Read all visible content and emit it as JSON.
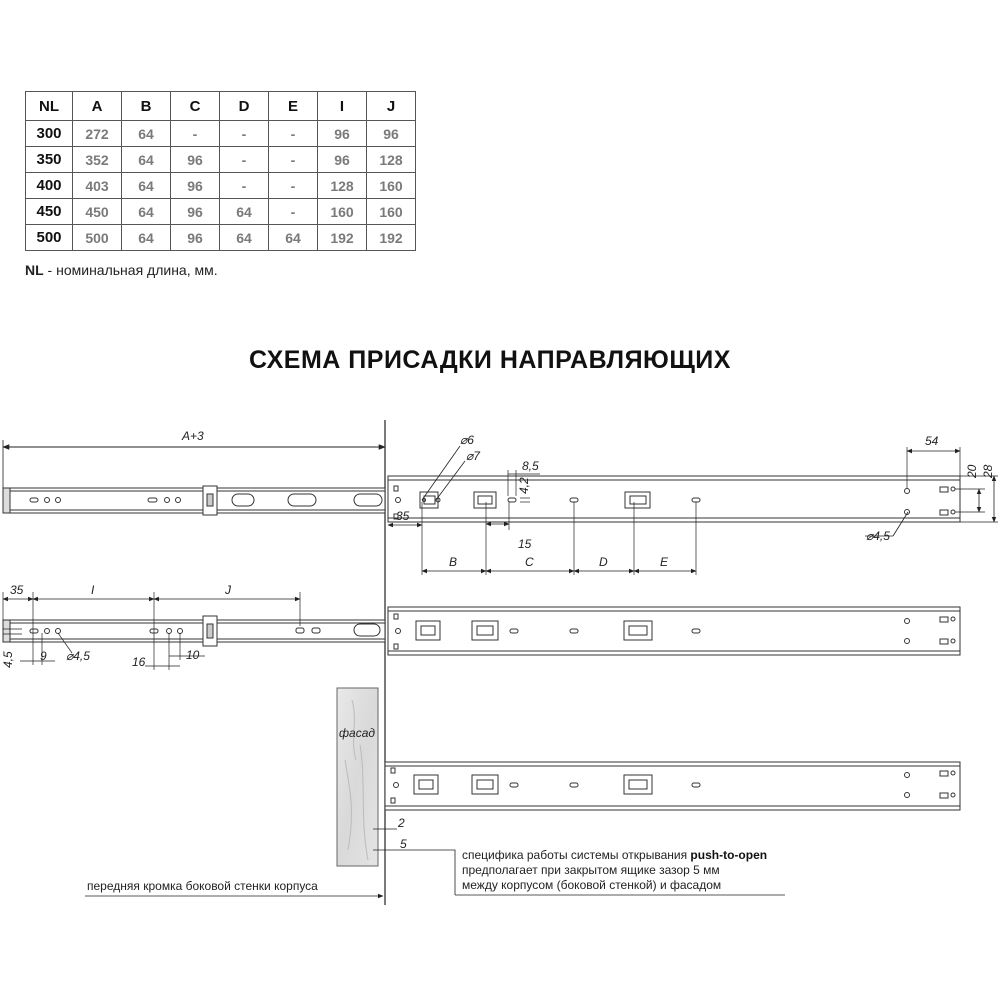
{
  "table": {
    "headers": [
      "NL",
      "A",
      "B",
      "C",
      "D",
      "E",
      "I",
      "J"
    ],
    "rows": [
      [
        "300",
        "272",
        "64",
        "-",
        "-",
        "-",
        "96",
        "96"
      ],
      [
        "350",
        "352",
        "64",
        "96",
        "-",
        "-",
        "96",
        "128"
      ],
      [
        "400",
        "403",
        "64",
        "96",
        "-",
        "-",
        "128",
        "160"
      ],
      [
        "450",
        "450",
        "64",
        "96",
        "64",
        "-",
        "160",
        "160"
      ],
      [
        "500",
        "500",
        "64",
        "96",
        "64",
        "64",
        "192",
        "192"
      ]
    ]
  },
  "note": {
    "key": "NL",
    "text": " - номинальная длина, мм."
  },
  "title": "СХЕМА ПРИСАДКИ НАПРАВЛЯЮЩИХ",
  "dimensions": {
    "a_plus_3": "A+3",
    "d6": "⌀6",
    "d7": "⌀7",
    "v8_5": "8,5",
    "v4_2": "4,2",
    "v54": "54",
    "v20": "20",
    "v28": "28",
    "d4_5_right": "⌀4,5",
    "v35_top": "35",
    "v15": "15",
    "B": "B",
    "C": "C",
    "D": "D",
    "E": "E",
    "v35_left": "35",
    "I": "I",
    "J": "J",
    "v4_5": "4,5",
    "v9": "9",
    "d4_5_left": "⌀4,5",
    "v16": "16",
    "v10": "10",
    "v2": "2",
    "v5": "5"
  },
  "labels": {
    "facade": "фасад",
    "front_edge": "передняя кромка боковой стенки корпуса",
    "spec_line1_prefix": "специфика работы системы открывания ",
    "spec_line1_bold": "push-to-open",
    "spec_line2": "предполагает при закрытом ящике зазор 5 мм",
    "spec_line3": "между корпусом (боковой стенкой) и фасадом"
  }
}
